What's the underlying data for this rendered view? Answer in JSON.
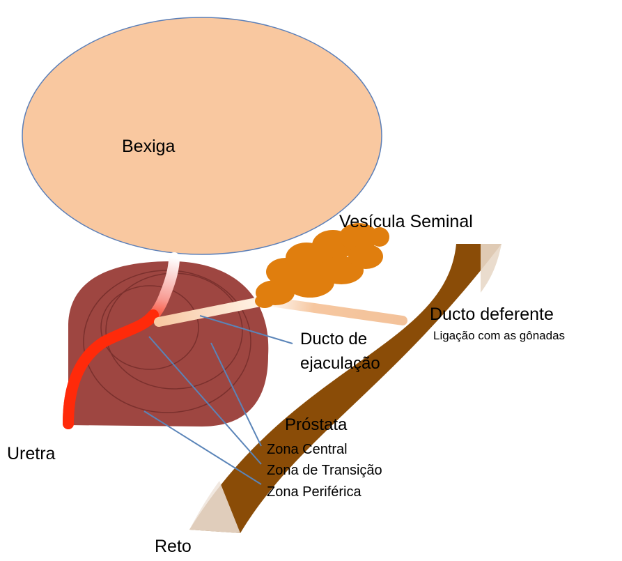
{
  "labels": {
    "bladder": "Bexiga",
    "seminal_vesicle": "Vesícula Seminal",
    "vas_deferens": "Ducto deferente",
    "vas_deferens_note": "Ligação com as gônadas",
    "ejaculatory_duct_line1": "Ducto de",
    "ejaculatory_duct_line2": "ejaculação",
    "prostate": "Próstata",
    "zone_central": "Zona Central",
    "zone_transition": "Zona de Transição",
    "zone_peripheral": "Zona Periférica",
    "urethra": "Uretra",
    "rectum": "Reto"
  },
  "colors": {
    "bladder_fill": "#F9C8A0",
    "bladder_stroke": "#5B7FB8",
    "prostate_fill": "#9E4641",
    "prostate_lines": "#7E3431",
    "seminal_vesicle": "#E07E0E",
    "vas_deferens": "#F6C7A0",
    "urethra": "#FF2A0A",
    "rectum": "#8A4C07",
    "leader_line": "#5A84B8"
  }
}
